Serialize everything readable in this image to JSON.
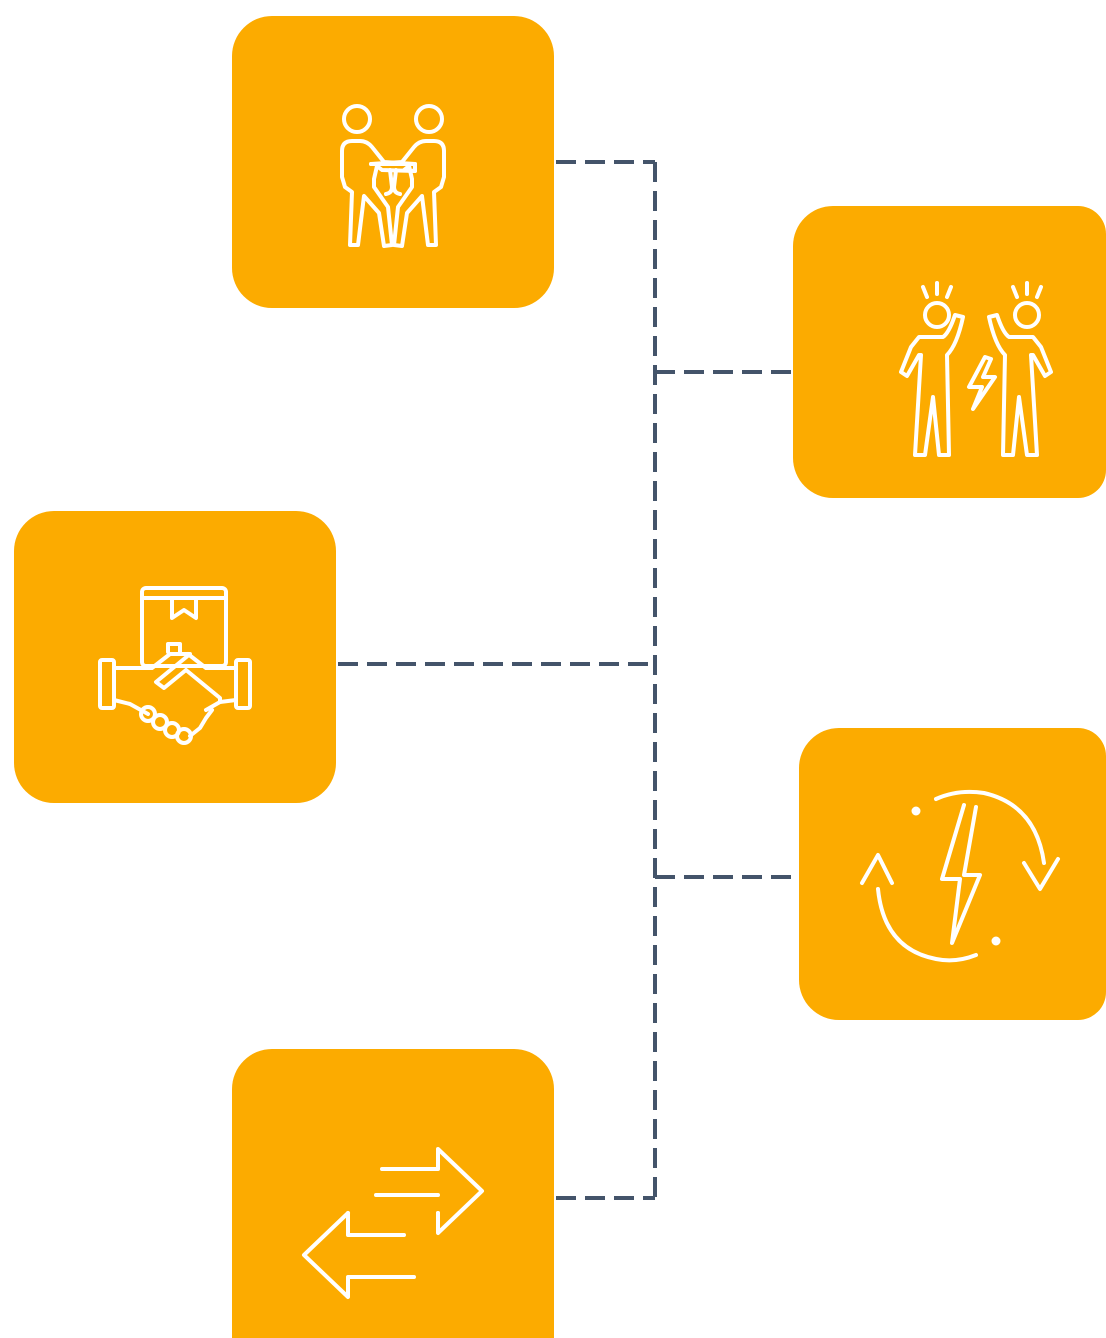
{
  "diagram": {
    "colors": {
      "tile": "#FCAB00",
      "icon": "#FFFFFF",
      "connector": "#44546A",
      "background": "#FFFFFF"
    },
    "nodes": [
      {
        "id": "tug",
        "icon": "tug-of-war-icon"
      },
      {
        "id": "conflict",
        "icon": "conflict-people-icon"
      },
      {
        "id": "deal",
        "icon": "handshake-package-icon"
      },
      {
        "id": "energy",
        "icon": "energy-cycle-icon"
      },
      {
        "id": "exchange",
        "icon": "exchange-arrows-icon"
      }
    ],
    "connector_style": "dashed"
  }
}
